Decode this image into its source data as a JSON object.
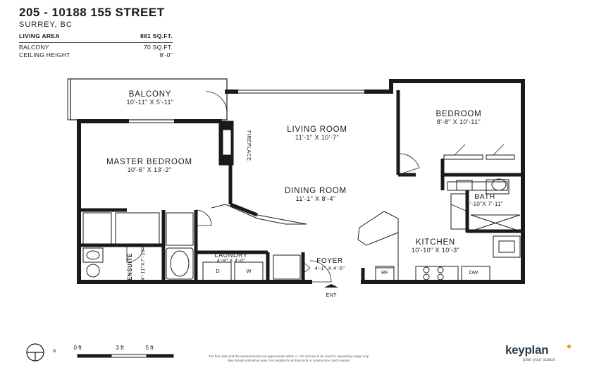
{
  "header": {
    "address": "205 - 10188 155 STREET",
    "city": "SURREY, BC",
    "specs": [
      {
        "label": "LIVING AREA",
        "value": "881 SQ.FT."
      },
      {
        "label": "BALCONY",
        "value": "70 SQ.FT."
      },
      {
        "label": "CEILING HEIGHT",
        "value": "8'-0\""
      }
    ]
  },
  "rooms": {
    "balcony": {
      "name": "BALCONY",
      "dims": "10'-11\"  X  5'-11\""
    },
    "living": {
      "name": "LIVING ROOM",
      "dims": "11'-1\"  X  10'-7\""
    },
    "bedroom": {
      "name": "BEDROOM",
      "dims": "8'-8\"  X  10'-11\""
    },
    "master": {
      "name": "MASTER BEDROOM",
      "dims": "10'-6\"  X  13'-2\""
    },
    "dining": {
      "name": "DINING ROOM",
      "dims": "11'-1\"  X  8'-4\""
    },
    "bath": {
      "name": "BATH",
      "dims": "4'-10\"X 7'-11\""
    },
    "kitchen": {
      "name": "KITCHEN",
      "dims": "10'-10\"  X  10'-3\""
    },
    "laundry": {
      "name": "LAUNDRY",
      "dims": "4'-9\"  X  4'-0\""
    },
    "foyer": {
      "name": "FOYER",
      "dims": "4'-1\" X 4'-5\""
    },
    "ensuite": {
      "name": "ENSUITE",
      "dims": "4'-11\"X7'-10\""
    }
  },
  "labels": {
    "fireplace": "FIREPLACE",
    "washer": "W",
    "dryer": "D",
    "fridge": "RF",
    "dishwasher": "DW",
    "entrance": "ENT"
  },
  "footer": {
    "north": "N",
    "scale": [
      "0 ft",
      "3 ft",
      "5 ft"
    ],
    "disclaimer_1": "The floor plan and the measurements are approximate within +/- 2% and are to be used for advertising usage only.",
    "disclaimer_2": "May include unfinished area. Not suitable for architectural or construction. E&O insured.",
    "brand": "keyplan",
    "tagline": "plan your space"
  }
}
